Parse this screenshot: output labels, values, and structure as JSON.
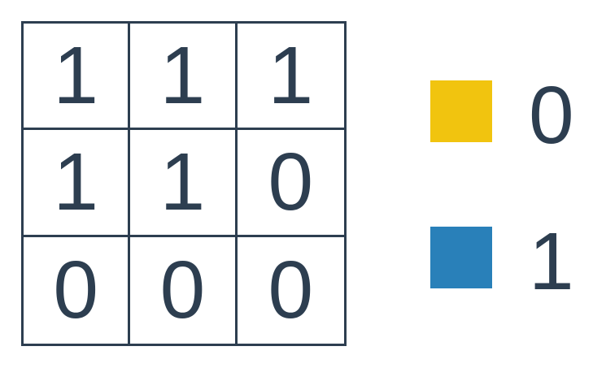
{
  "grid": {
    "cells": [
      "1",
      "1",
      "1",
      "1",
      "1",
      "0",
      "0",
      "0",
      "0"
    ]
  },
  "legend": {
    "items": [
      {
        "label": "0",
        "color": "#f1c40f"
      },
      {
        "label": "1",
        "color": "#2980b9"
      }
    ]
  }
}
